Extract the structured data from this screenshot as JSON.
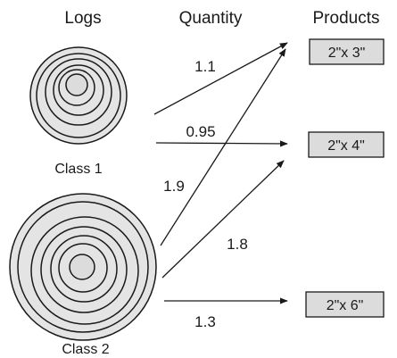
{
  "headers": {
    "logs": "Logs",
    "quantity": "Quantity",
    "products": "Products"
  },
  "log_classes": [
    {
      "label": "Class 1"
    },
    {
      "label": "Class 2"
    }
  ],
  "products": [
    {
      "label": "2\"x 3\""
    },
    {
      "label": "2\"x 4\""
    },
    {
      "label": "2\"x 6\""
    }
  ],
  "flows": [
    {
      "from": "Class 1",
      "to": "2\"x 3\"",
      "quantity": "1.1"
    },
    {
      "from": "Class 1",
      "to": "2\"x 4\"",
      "quantity": "0.95"
    },
    {
      "from": "Class 2",
      "to": "2\"x 3\"",
      "quantity": "1.9"
    },
    {
      "from": "Class 2",
      "to": "2\"x 4\"",
      "quantity": "1.8"
    },
    {
      "from": "Class 2",
      "to": "2\"x 6\"",
      "quantity": "1.3"
    }
  ],
  "colors": {
    "log_fill": "#e0e0e0",
    "product_box_fill": "#dcdcdc",
    "line": "#1a1a1a"
  }
}
